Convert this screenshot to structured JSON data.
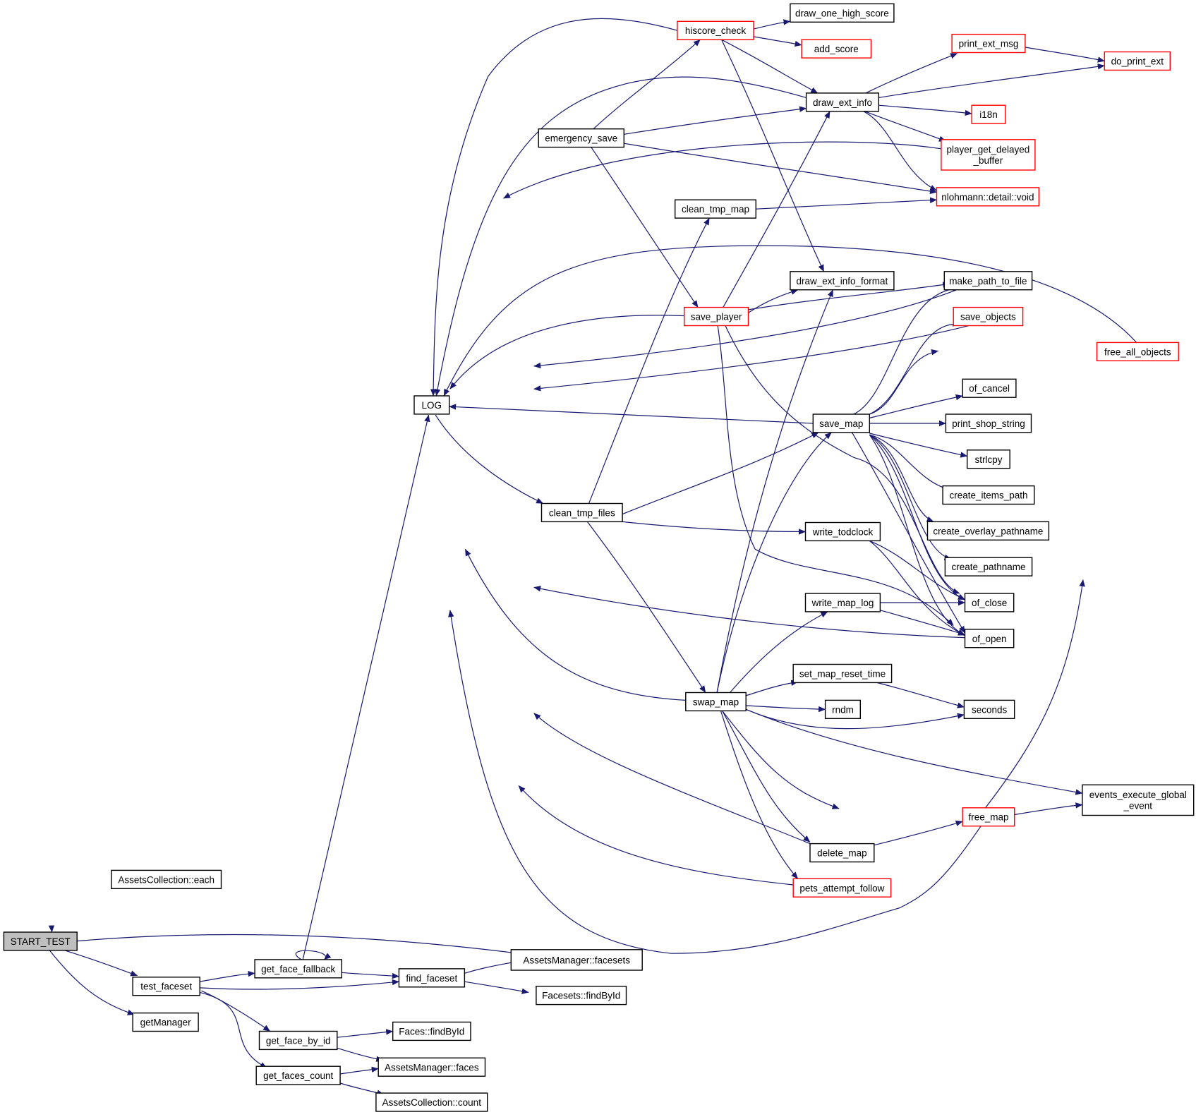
{
  "edge_color": "#191970",
  "border_red": "#ff0000",
  "root_fill": "#bfbfbf",
  "nodes": [
    {
      "id": "START_TEST",
      "label": [
        "START_TEST"
      ],
      "style": "root"
    },
    {
      "id": "AssetsCollection_each",
      "label": [
        "AssetsCollection::each"
      ],
      "style": "black"
    },
    {
      "id": "test_faceset",
      "label": [
        "test_faceset"
      ],
      "style": "black"
    },
    {
      "id": "getManager",
      "label": [
        "getManager"
      ],
      "style": "black"
    },
    {
      "id": "AssetsManager_facesets",
      "label": [
        "AssetsManager::facesets"
      ],
      "style": "black"
    },
    {
      "id": "get_face_fallback",
      "label": [
        "get_face_fallback"
      ],
      "style": "black"
    },
    {
      "id": "find_faceset",
      "label": [
        "find_faceset"
      ],
      "style": "black"
    },
    {
      "id": "get_face_by_id",
      "label": [
        "get_face_by_id"
      ],
      "style": "black"
    },
    {
      "id": "get_faces_count",
      "label": [
        "get_faces_count"
      ],
      "style": "black"
    },
    {
      "id": "Facesets_findById",
      "label": [
        "Facesets::findById"
      ],
      "style": "black"
    },
    {
      "id": "Faces_findById",
      "label": [
        "Faces::findById"
      ],
      "style": "black"
    },
    {
      "id": "AssetsManager_faces",
      "label": [
        "AssetsManager::faces"
      ],
      "style": "black"
    },
    {
      "id": "AssetsCollection_count",
      "label": [
        "AssetsCollection::count"
      ],
      "style": "black"
    },
    {
      "id": "LOG",
      "label": [
        "LOG"
      ],
      "style": "black"
    },
    {
      "id": "hiscore_check",
      "label": [
        "hiscore_check"
      ],
      "style": "red"
    },
    {
      "id": "draw_one_high_score",
      "label": [
        "draw_one_high_score"
      ],
      "style": "black"
    },
    {
      "id": "add_score",
      "label": [
        "add_score"
      ],
      "style": "red"
    },
    {
      "id": "print_ext_msg",
      "label": [
        "print_ext_msg"
      ],
      "style": "red"
    },
    {
      "id": "do_print_ext",
      "label": [
        "do_print_ext"
      ],
      "style": "red"
    },
    {
      "id": "draw_ext_info",
      "label": [
        "draw_ext_info"
      ],
      "style": "black"
    },
    {
      "id": "i18n",
      "label": [
        "i18n"
      ],
      "style": "red"
    },
    {
      "id": "emergency_save",
      "label": [
        "emergency_save"
      ],
      "style": "black"
    },
    {
      "id": "player_get_delayed_buffer",
      "label": [
        "player_get_delayed",
        "_buffer"
      ],
      "style": "red"
    },
    {
      "id": "nlohmann_void",
      "label": [
        "nlohmann::detail::void"
      ],
      "style": "red"
    },
    {
      "id": "clean_tmp_map",
      "label": [
        "clean_tmp_map"
      ],
      "style": "black"
    },
    {
      "id": "draw_ext_info_format",
      "label": [
        "draw_ext_info_format"
      ],
      "style": "black"
    },
    {
      "id": "make_path_to_file",
      "label": [
        "make_path_to_file"
      ],
      "style": "black"
    },
    {
      "id": "save_player",
      "label": [
        "save_player"
      ],
      "style": "red"
    },
    {
      "id": "save_objects",
      "label": [
        "save_objects"
      ],
      "style": "red"
    },
    {
      "id": "free_all_objects",
      "label": [
        "free_all_objects"
      ],
      "style": "red"
    },
    {
      "id": "of_cancel",
      "label": [
        "of_cancel"
      ],
      "style": "black"
    },
    {
      "id": "save_map",
      "label": [
        "save_map"
      ],
      "style": "black"
    },
    {
      "id": "print_shop_string",
      "label": [
        "print_shop_string"
      ],
      "style": "black"
    },
    {
      "id": "strlcpy",
      "label": [
        "strlcpy"
      ],
      "style": "black"
    },
    {
      "id": "create_items_path",
      "label": [
        "create_items_path"
      ],
      "style": "black"
    },
    {
      "id": "clean_tmp_files",
      "label": [
        "clean_tmp_files"
      ],
      "style": "black"
    },
    {
      "id": "create_overlay_pathname",
      "label": [
        "create_overlay_pathname"
      ],
      "style": "black"
    },
    {
      "id": "write_todclock",
      "label": [
        "write_todclock"
      ],
      "style": "black"
    },
    {
      "id": "create_pathname",
      "label": [
        "create_pathname"
      ],
      "style": "black"
    },
    {
      "id": "write_map_log",
      "label": [
        "write_map_log"
      ],
      "style": "black"
    },
    {
      "id": "of_close",
      "label": [
        "of_close"
      ],
      "style": "black"
    },
    {
      "id": "of_open",
      "label": [
        "of_open"
      ],
      "style": "black"
    },
    {
      "id": "set_map_reset_time",
      "label": [
        "set_map_reset_time"
      ],
      "style": "black"
    },
    {
      "id": "swap_map",
      "label": [
        "swap_map"
      ],
      "style": "black"
    },
    {
      "id": "rndm",
      "label": [
        "rndm"
      ],
      "style": "black"
    },
    {
      "id": "seconds",
      "label": [
        "seconds"
      ],
      "style": "black"
    },
    {
      "id": "events_execute_global_event",
      "label": [
        "events_execute_global",
        "_event"
      ],
      "style": "black"
    },
    {
      "id": "free_map",
      "label": [
        "free_map"
      ],
      "style": "red"
    },
    {
      "id": "delete_map",
      "label": [
        "delete_map"
      ],
      "style": "black"
    },
    {
      "id": "pets_attempt_follow",
      "label": [
        "pets_attempt_follow"
      ],
      "style": "red"
    }
  ]
}
